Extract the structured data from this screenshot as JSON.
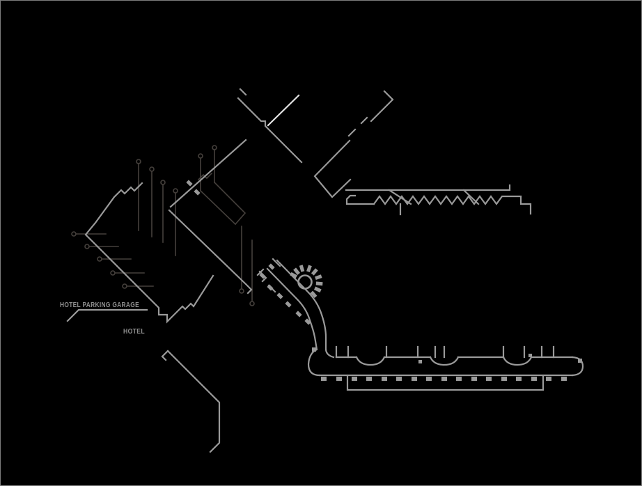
{
  "drawing": {
    "type": "architectural-site-plan",
    "labels": {
      "parking_garage": "HOTEL PARKING GARAGE",
      "hotel": "HOTEL"
    }
  },
  "colors": {
    "background": "#000000",
    "frame": "#7d7d7d",
    "bright_line": "#9a9a9a",
    "highlight_line": "#e4e4e4",
    "dark_line": "#45403c",
    "label_text": "#8f8f8f"
  }
}
